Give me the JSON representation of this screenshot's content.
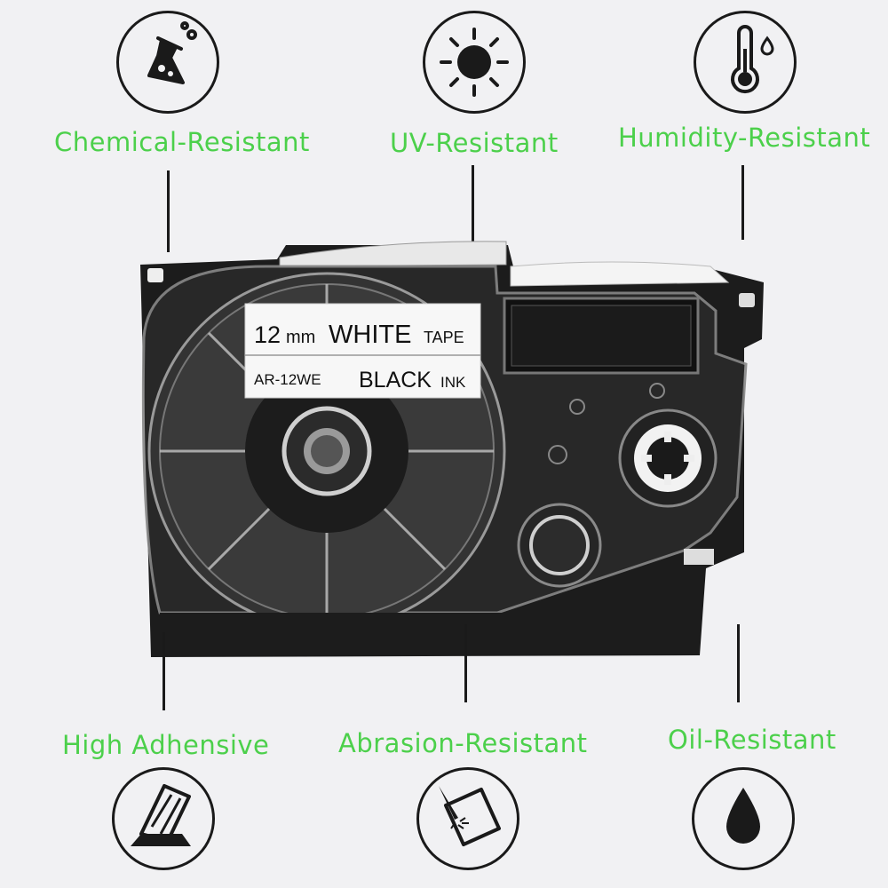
{
  "features": {
    "chemical": "Chemical-Resistant",
    "uv": "UV-Resistant",
    "humidity": "Humidity-Resistant",
    "adhesive": "High Adhensive",
    "abrasion": "Abrasion-Resistant",
    "oil": "Oil-Resistant"
  },
  "cartridge_label": {
    "size": "12",
    "size_unit": "mm",
    "color": "WHITE",
    "tape": "TAPE",
    "model": "AR-12WE",
    "ink_color": "BLACK",
    "ink": "INK"
  },
  "icons": [
    "flask-icon",
    "sun-icon",
    "thermometer-icon",
    "adhesive-tape-icon",
    "scratch-icon",
    "drop-icon"
  ],
  "colors": {
    "accent": "#4cd04b",
    "background": "#f1f1f3",
    "cartridge": "#1c1c1c"
  }
}
